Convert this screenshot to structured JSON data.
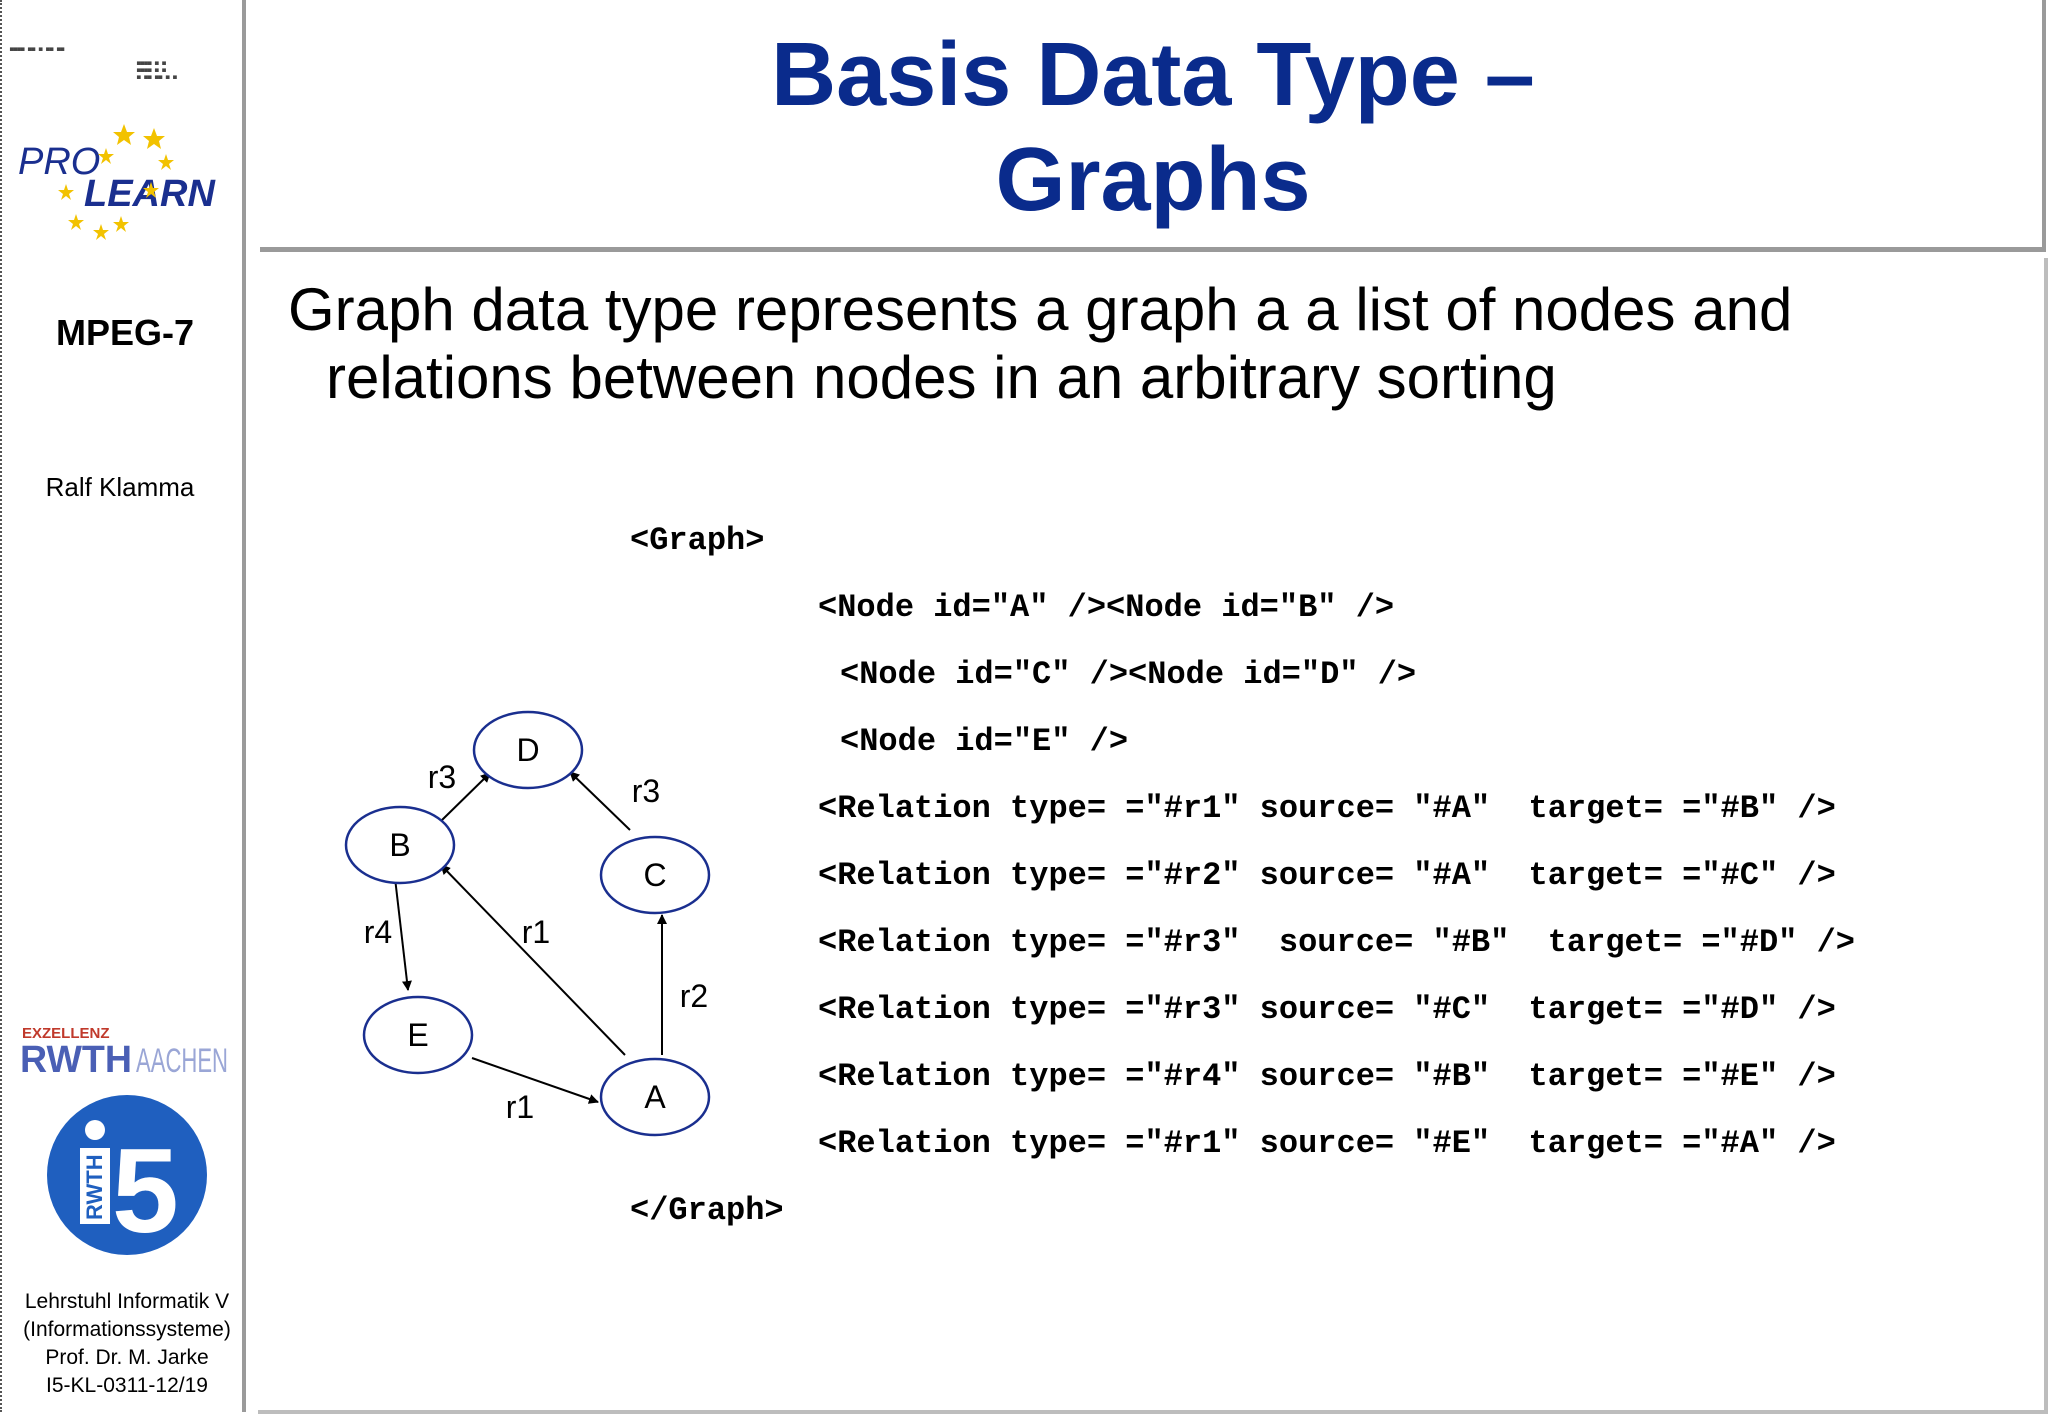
{
  "title": {
    "line1": "Basis Data Type –",
    "line2": "Graphs"
  },
  "sidebar": {
    "mpeg": "MPEG-7",
    "author": "Ralf Klamma",
    "footer": [
      "Lehrstuhl Informatik V",
      "(Informationssysteme)",
      "Prof. Dr. M. Jarke",
      "I5-KL-0311-12/19"
    ],
    "logos": {
      "prolearn_pro": "PRO",
      "prolearn_learn": "LEARN",
      "rwth_exzellenz": "EXZELLENZ",
      "rwth_rwth": "RWTH",
      "rwth_aachen": "AACHEN",
      "i5_rwth": "RWTH",
      "i5_digit": "5"
    }
  },
  "bullet": {
    "line1": "Graph data type represents a graph a a list of nodes and",
    "line2": "relations between nodes in an arbitrary sorting"
  },
  "code_lines": [
    "<Graph>",
    "<Node id=\"A\" /><Node id=\"B\" />",
    "<Node id=\"C\" /><Node id=\"D\" />",
    "<Node id=\"E\" />",
    "<Relation type= =\"#r1\" source= \"#A\"  target= =\"#B\" />",
    "<Relation type= =\"#r2\" source= \"#A\"  target= =\"#C\" />",
    "<Relation type= =\"#r3\"  source= \"#B\"  target= =\"#D\" />",
    "<Relation type= =\"#r3\" source= \"#C\"  target= =\"#D\" />",
    "<Relation type= =\"#r4\" source= \"#B\"  target= =\"#E\" />",
    "<Relation type= =\"#r1\" source= \"#E\"  target= =\"#A\" />",
    "</Graph>"
  ],
  "graph": {
    "nodes": [
      "D",
      "B",
      "C",
      "E",
      "A"
    ],
    "edges": [
      {
        "label": "r3",
        "source": "B",
        "target": "D"
      },
      {
        "label": "r3",
        "source": "C",
        "target": "D"
      },
      {
        "label": "r4",
        "source": "B",
        "target": "E"
      },
      {
        "label": "r1",
        "source": "A",
        "target": "B"
      },
      {
        "label": "r2",
        "source": "A",
        "target": "C"
      },
      {
        "label": "r1",
        "source": "E",
        "target": "A"
      }
    ]
  },
  "colors": {
    "title": "#0a2b8c",
    "node_stroke": "#1a2f8f",
    "border": "#9a9a9a"
  }
}
